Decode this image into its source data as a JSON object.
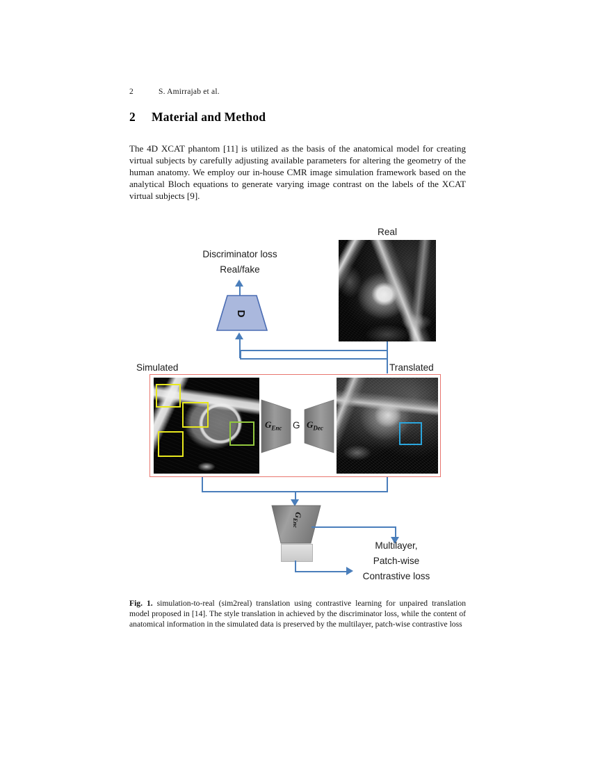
{
  "page": {
    "number": "2",
    "running_head": "S. Amirrajab et al."
  },
  "section": {
    "number": "2",
    "title": "Material and Method"
  },
  "body": {
    "paragraph": "The 4D XCAT phantom [11] is utilized as the basis of the anatomical model for creating virtual subjects by carefully adjusting available parameters for altering the geometry of the human anatomy. We employ our in-house CMR image simulation framework based on the analytical Bloch equations to generate varying image contrast on the labels of the XCAT virtual subjects [9]."
  },
  "figure": {
    "labels": {
      "real": "Real",
      "simulated": "Simulated",
      "translated": "Translated",
      "discriminator_loss_line1": "Discriminator loss",
      "discriminator_loss_line2": "Real/fake",
      "discriminator_symbol": "D",
      "generator_symbol": "G",
      "generator_encoder": "GEnc",
      "generator_encoder_base": "G",
      "generator_encoder_sub": "Enc",
      "generator_decoder_base": "G",
      "generator_decoder_sub": "Dec",
      "loss_line1": "Multilayer,",
      "loss_line2": "Patch-wise",
      "loss_line3": "Contrastive loss"
    },
    "colors": {
      "discriminator_fill": "#aab8dd",
      "discriminator_stroke": "#4a6cb3",
      "generator_fill_light": "#9d9d9d",
      "generator_fill_dark": "#6f6f6f",
      "arrow": "#4a7ebb",
      "container_border": "#e8766f",
      "patch_yellow": "#e8e81e",
      "patch_green": "#93c83e",
      "patch_cyan": "#2ba6dd"
    }
  },
  "caption": {
    "label": "Fig. 1.",
    "text": "simulation-to-real (sim2real) translation using contrastive learning for unpaired translation model proposed in [14]. The style translation in achieved by the discriminator loss, while the content of anatomical information in the simulated data is preserved by the multilayer, patch-wise contrastive loss"
  }
}
